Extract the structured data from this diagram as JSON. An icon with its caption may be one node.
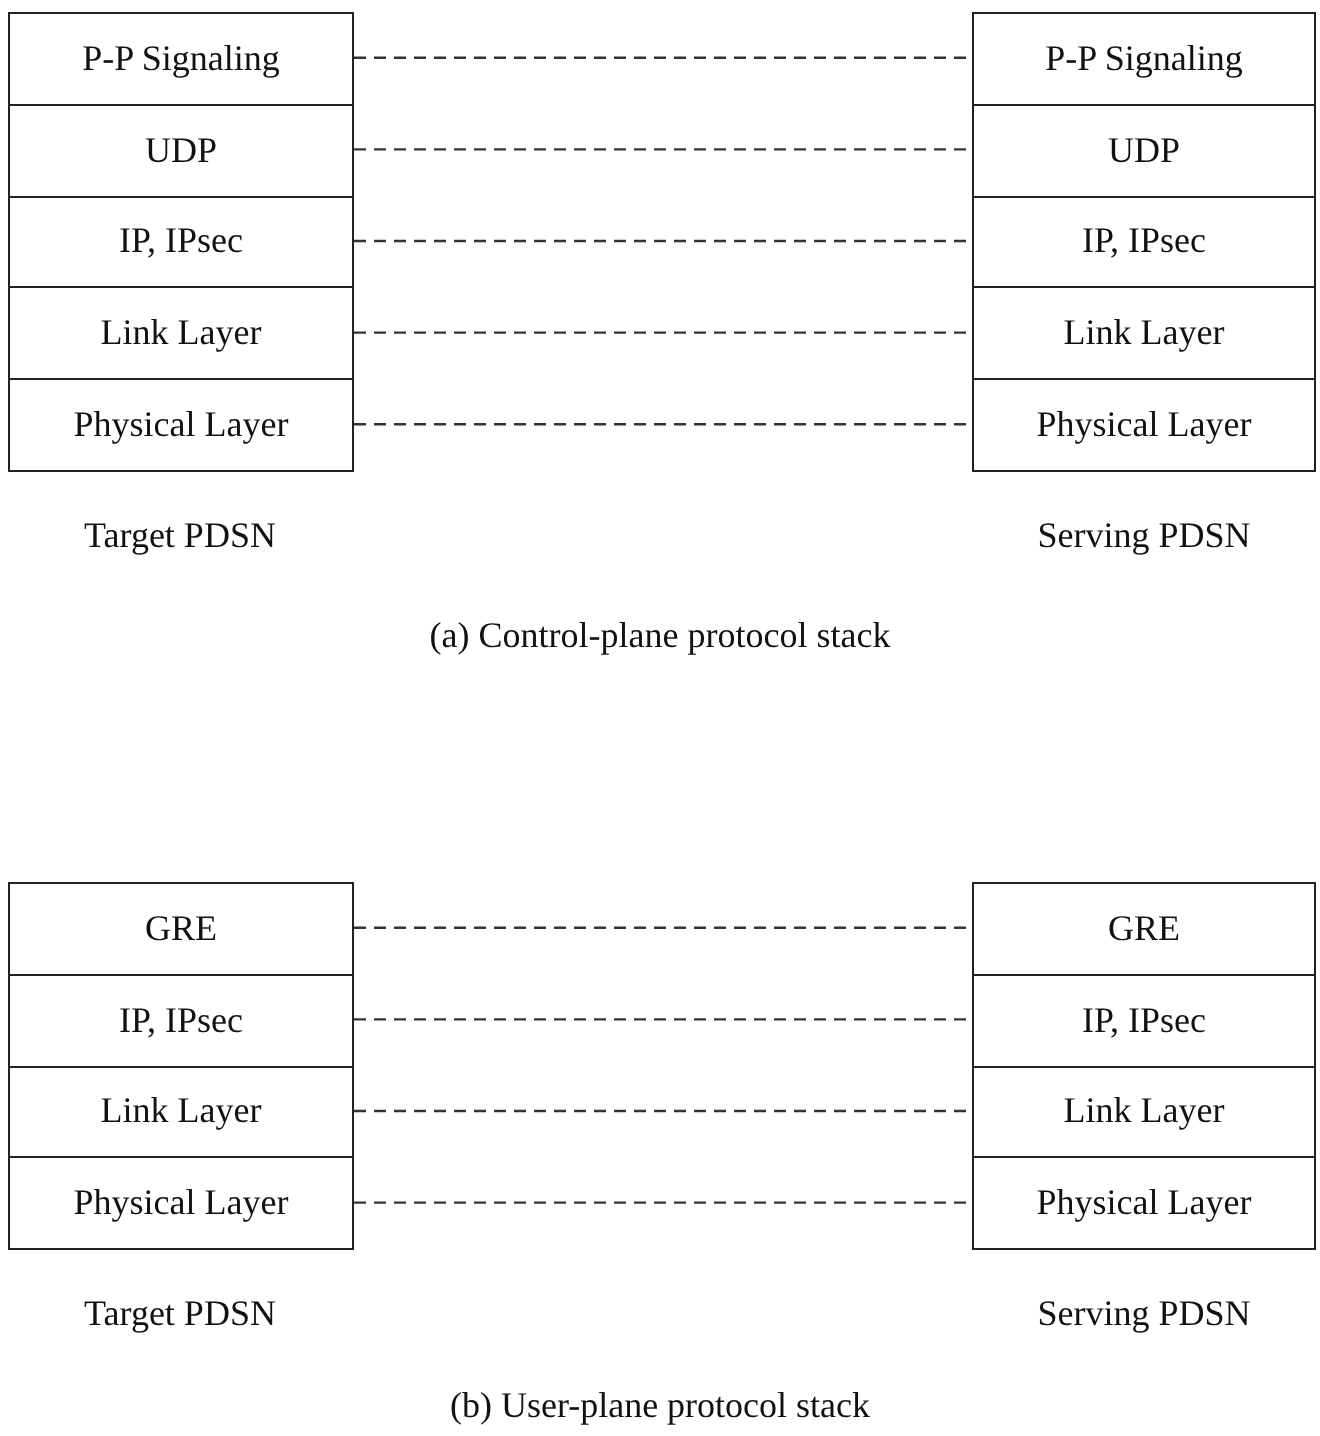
{
  "diagram": {
    "nodes": [
      {
        "text": [
          "P-P Signaling"
        ]
      },
      {
        "text": [
          "P-P Signaling"
        ]
      },
      {
        "text": [
          "UDP"
        ]
      },
      {
        "text": [
          "UDP"
        ]
      },
      {
        "text": [
          "IP, IPsec"
        ]
      },
      {
        "text": [
          "IP, IPsec"
        ]
      },
      {
        "text": [
          "Link Layer"
        ]
      },
      {
        "text": [
          "Link Layer"
        ]
      },
      {
        "text": [
          "Physical Layer"
        ]
      },
      {
        "text": [
          "Physical Layer"
        ]
      },
      {
        "text": [
          "GRE"
        ]
      },
      {
        "text": [
          "GRE"
        ]
      },
      {
        "text": [
          "IP, IPsec"
        ]
      },
      {
        "text": [
          "IP, IPsec"
        ]
      },
      {
        "text": [
          "Link Layer"
        ]
      },
      {
        "text": [
          "Link Layer"
        ]
      },
      {
        "text": [
          "Physical Layer"
        ]
      },
      {
        "text": [
          "Physical Layer"
        ]
      }
    ],
    "edges": [
      {
        "from": 0,
        "to": 1,
        "arrow": "none",
        "style": "dashed"
      },
      {
        "from": 2,
        "to": 3,
        "arrow": "none",
        "style": "dashed"
      },
      {
        "from": 4,
        "to": 5,
        "arrow": "none",
        "style": "dashed"
      },
      {
        "from": 6,
        "to": 7,
        "arrow": "none",
        "style": "dashed"
      },
      {
        "from": 8,
        "to": 9,
        "arrow": "none",
        "style": "dashed"
      },
      {
        "from": 10,
        "to": 11,
        "arrow": "none",
        "style": "dashed"
      },
      {
        "from": 12,
        "to": 13,
        "arrow": "none",
        "style": "dashed"
      },
      {
        "from": 14,
        "to": 15,
        "arrow": "none",
        "style": "dashed"
      },
      {
        "from": 16,
        "to": 17,
        "arrow": "none",
        "style": "dashed"
      }
    ],
    "labels": [
      "Target PDSN",
      "Serving PDSN",
      "(a) Control-plane protocol stack",
      "Target PDSN",
      "Serving PDSN",
      "(b) User-plane protocol stack"
    ]
  }
}
